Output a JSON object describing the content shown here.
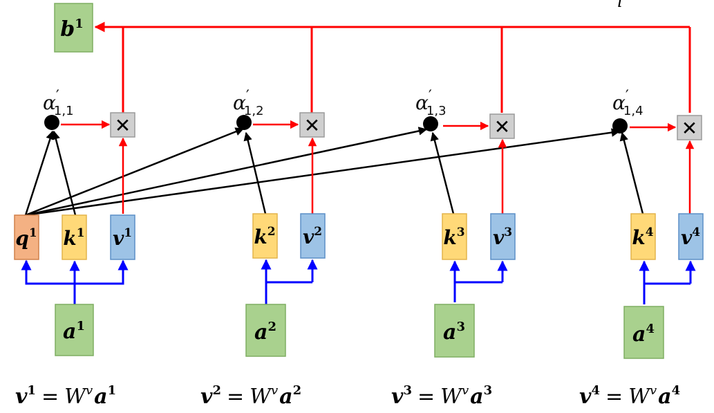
{
  "top_label": {
    "symbol": "i"
  },
  "output": {
    "base": "b",
    "sup": "1"
  },
  "multiply_symbol": "✕",
  "colors": {
    "green_fill": "#a9d18e",
    "green_stroke": "#7fae62",
    "orange_fill": "#f4b183",
    "orange_stroke": "#d0804a",
    "yellow_fill": "#ffd978",
    "yellow_stroke": "#e3b44a",
    "blue_fill": "#9dc3e6",
    "blue_stroke": "#5b8fc7",
    "gray_fill": "#d0d0d0",
    "gray_stroke": "#9a9a9a",
    "red": "#ff0000",
    "blue_arrow": "#0000ff",
    "black": "#000000"
  },
  "columns": [
    {
      "id": "1",
      "alpha": {
        "base": "α",
        "sup": "′",
        "sub": "1,1"
      },
      "boxes": [
        {
          "kind": "q",
          "base": "q",
          "sup": "1"
        },
        {
          "kind": "k",
          "base": "k",
          "sup": "1"
        },
        {
          "kind": "v",
          "base": "v",
          "sup": "1"
        }
      ],
      "input": {
        "base": "a",
        "sup": "1"
      },
      "equation": {
        "lhs": "v",
        "lhs_sup": "1",
        "eq": "=",
        "w": "W",
        "w_sup": "v",
        "rhs": "a",
        "rhs_sup": "1"
      }
    },
    {
      "id": "2",
      "alpha": {
        "base": "α",
        "sup": "′",
        "sub": "1,2"
      },
      "boxes": [
        {
          "kind": "k",
          "base": "k",
          "sup": "2"
        },
        {
          "kind": "v",
          "base": "v",
          "sup": "2"
        }
      ],
      "input": {
        "base": "a",
        "sup": "2"
      },
      "equation": {
        "lhs": "v",
        "lhs_sup": "2",
        "eq": "=",
        "w": "W",
        "w_sup": "v",
        "rhs": "a",
        "rhs_sup": "2"
      }
    },
    {
      "id": "3",
      "alpha": {
        "base": "α",
        "sup": "′",
        "sub": "1,3"
      },
      "boxes": [
        {
          "kind": "k",
          "base": "k",
          "sup": "3"
        },
        {
          "kind": "v",
          "base": "v",
          "sup": "3"
        }
      ],
      "input": {
        "base": "a",
        "sup": "3"
      },
      "equation": {
        "lhs": "v",
        "lhs_sup": "3",
        "eq": "=",
        "w": "W",
        "w_sup": "v",
        "rhs": "a",
        "rhs_sup": "3"
      }
    },
    {
      "id": "4",
      "alpha": {
        "base": "α",
        "sup": "′",
        "sub": "1,4"
      },
      "boxes": [
        {
          "kind": "k",
          "base": "k",
          "sup": "4"
        },
        {
          "kind": "v",
          "base": "v",
          "sup": "4"
        }
      ],
      "input": {
        "base": "a",
        "sup": "4"
      },
      "equation": {
        "lhs": "v",
        "lhs_sup": "4",
        "eq": "=",
        "w": "W",
        "w_sup": "v",
        "rhs": "a",
        "rhs_sup": "4"
      }
    }
  ]
}
